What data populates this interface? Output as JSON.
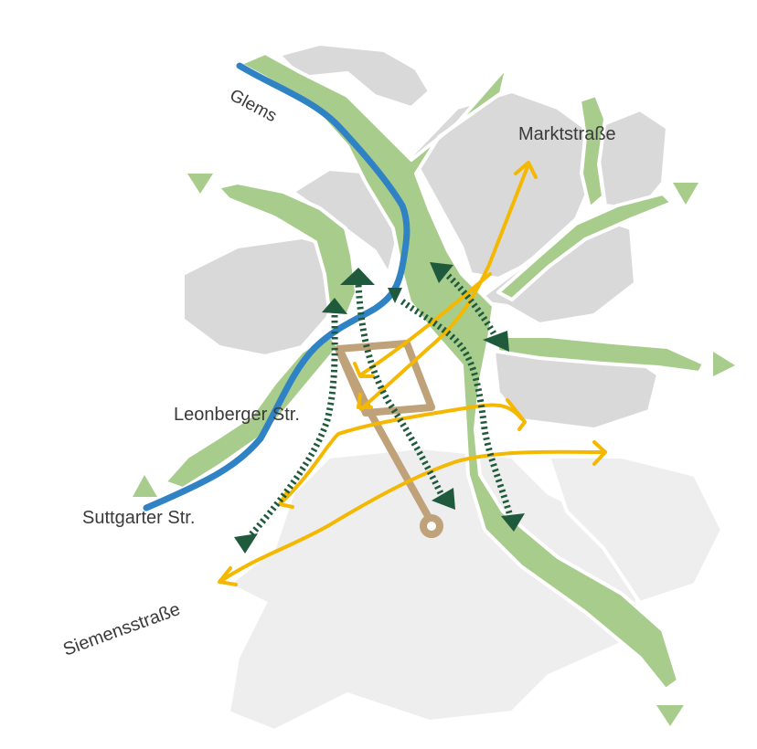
{
  "labels": {
    "river": "Glems",
    "street_1": "Marktstraße",
    "street_2": "Leonberger Str.",
    "street_3": "Suttgarter Str.",
    "street_4": "Siemensstraße"
  },
  "colors": {
    "background": "#ffffff",
    "building_dark": "#d9d9d9",
    "building_light": "#eeeeee",
    "green_corridor": "#a8cc8c",
    "river": "#2f82c4",
    "traffic_route": "#f5b800",
    "green_connection": "#1f5a3c",
    "pedestrian_loop": "#c0a27a",
    "arrow_marker": "#1f5a3c",
    "edge_marker": "#a8cc8c",
    "text": "#3a3a3a"
  },
  "icons": {
    "route_arrowhead": "chevron-arrow-icon",
    "green_connection_marker": "triangle-arrow-icon",
    "edge_marker": "triangle-icon",
    "loop_end": "circle-ring-icon"
  }
}
